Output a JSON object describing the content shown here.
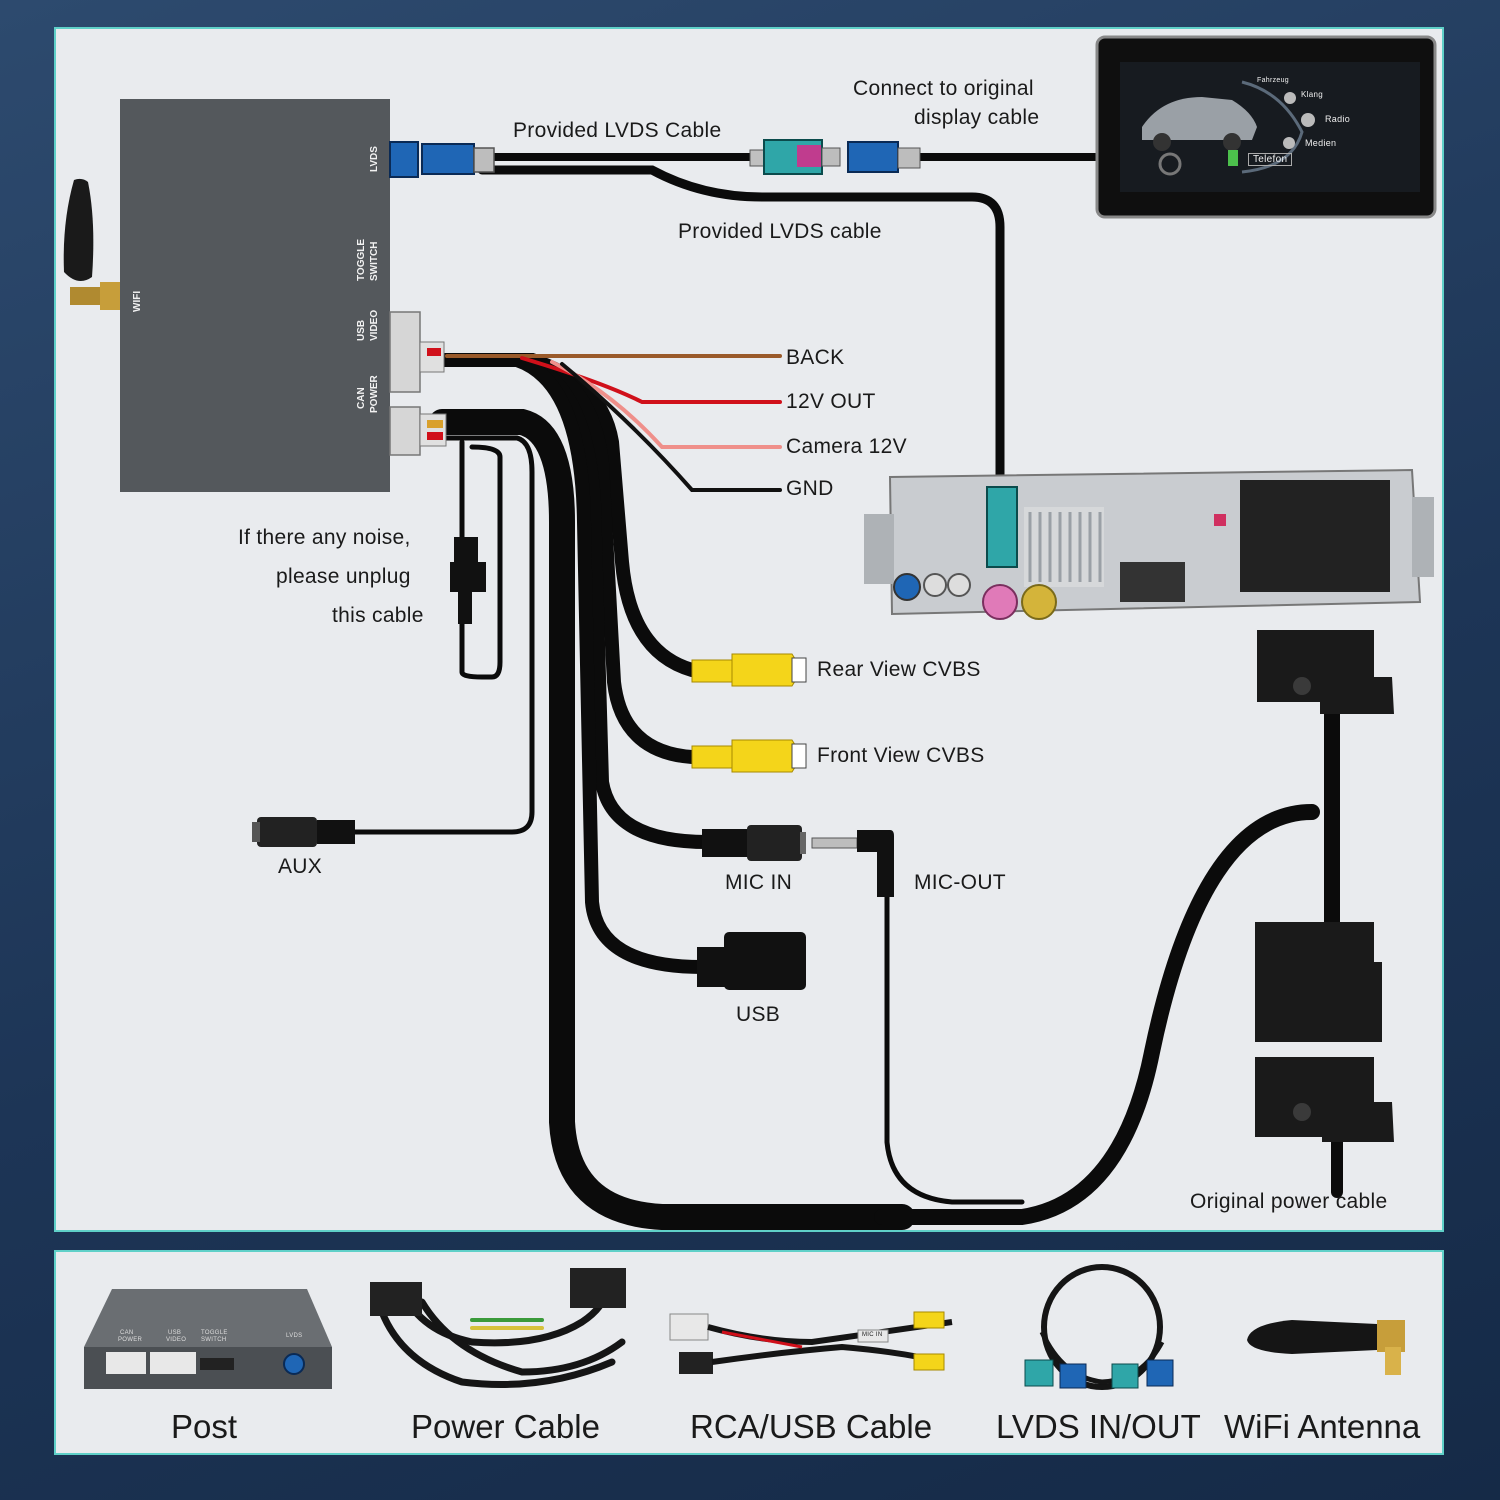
{
  "diagram": {
    "module_ports": {
      "lvds": "LVDS",
      "toggle_switch_1": "TOGGLE",
      "toggle_switch_2": "SWITCH",
      "usb_video_1": "USB",
      "usb_video_2": "VIDEO",
      "can_power_1": "CAN",
      "can_power_2": "POWER",
      "wifi": "WIFI"
    },
    "labels": {
      "provided_lvds_cable_top": "Provided LVDS Cable",
      "connect_original_1": "Connect to original",
      "connect_original_2": "display cable",
      "provided_lvds_cable_bottom": "Provided LVDS cable",
      "back": "BACK",
      "out_12v": "12V OUT",
      "camera_12v": "Camera 12V",
      "gnd": "GND",
      "noise_1": "If there any noise,",
      "noise_2": "please unplug",
      "noise_3": "this cable",
      "rear_view": "Rear View CVBS",
      "front_view": "Front View CVBS",
      "aux": "AUX",
      "mic_in": "MIC IN",
      "mic_out": "MIC-OUT",
      "usb": "USB",
      "original_power": "Original power cable"
    },
    "screen_menu": [
      "Fahrzeug",
      "Klang",
      "Radio",
      "Medien",
      "Telefon"
    ],
    "wire_colors": {
      "back": "#9a5a2a",
      "out_12v": "#d0101a",
      "camera_12v": "#ef8f8a",
      "gnd": "#111111",
      "rca_yellow": "#f4d51a",
      "lvds_blue": "#1f66b5",
      "lvds_teal": "#2fa6a8",
      "accent_border": "#5fd0c8"
    }
  },
  "products": [
    {
      "label": "Post"
    },
    {
      "label": "Power Cable"
    },
    {
      "label": "RCA/USB Cable"
    },
    {
      "label": "LVDS IN/OUT"
    },
    {
      "label": "WiFi Antenna"
    }
  ],
  "product_port_labels": [
    "CAN",
    "POWER",
    "USB",
    "VIDEO",
    "TOGGLE",
    "SWITCH",
    "LVDS"
  ],
  "product_cable_tag": "MIC IN"
}
